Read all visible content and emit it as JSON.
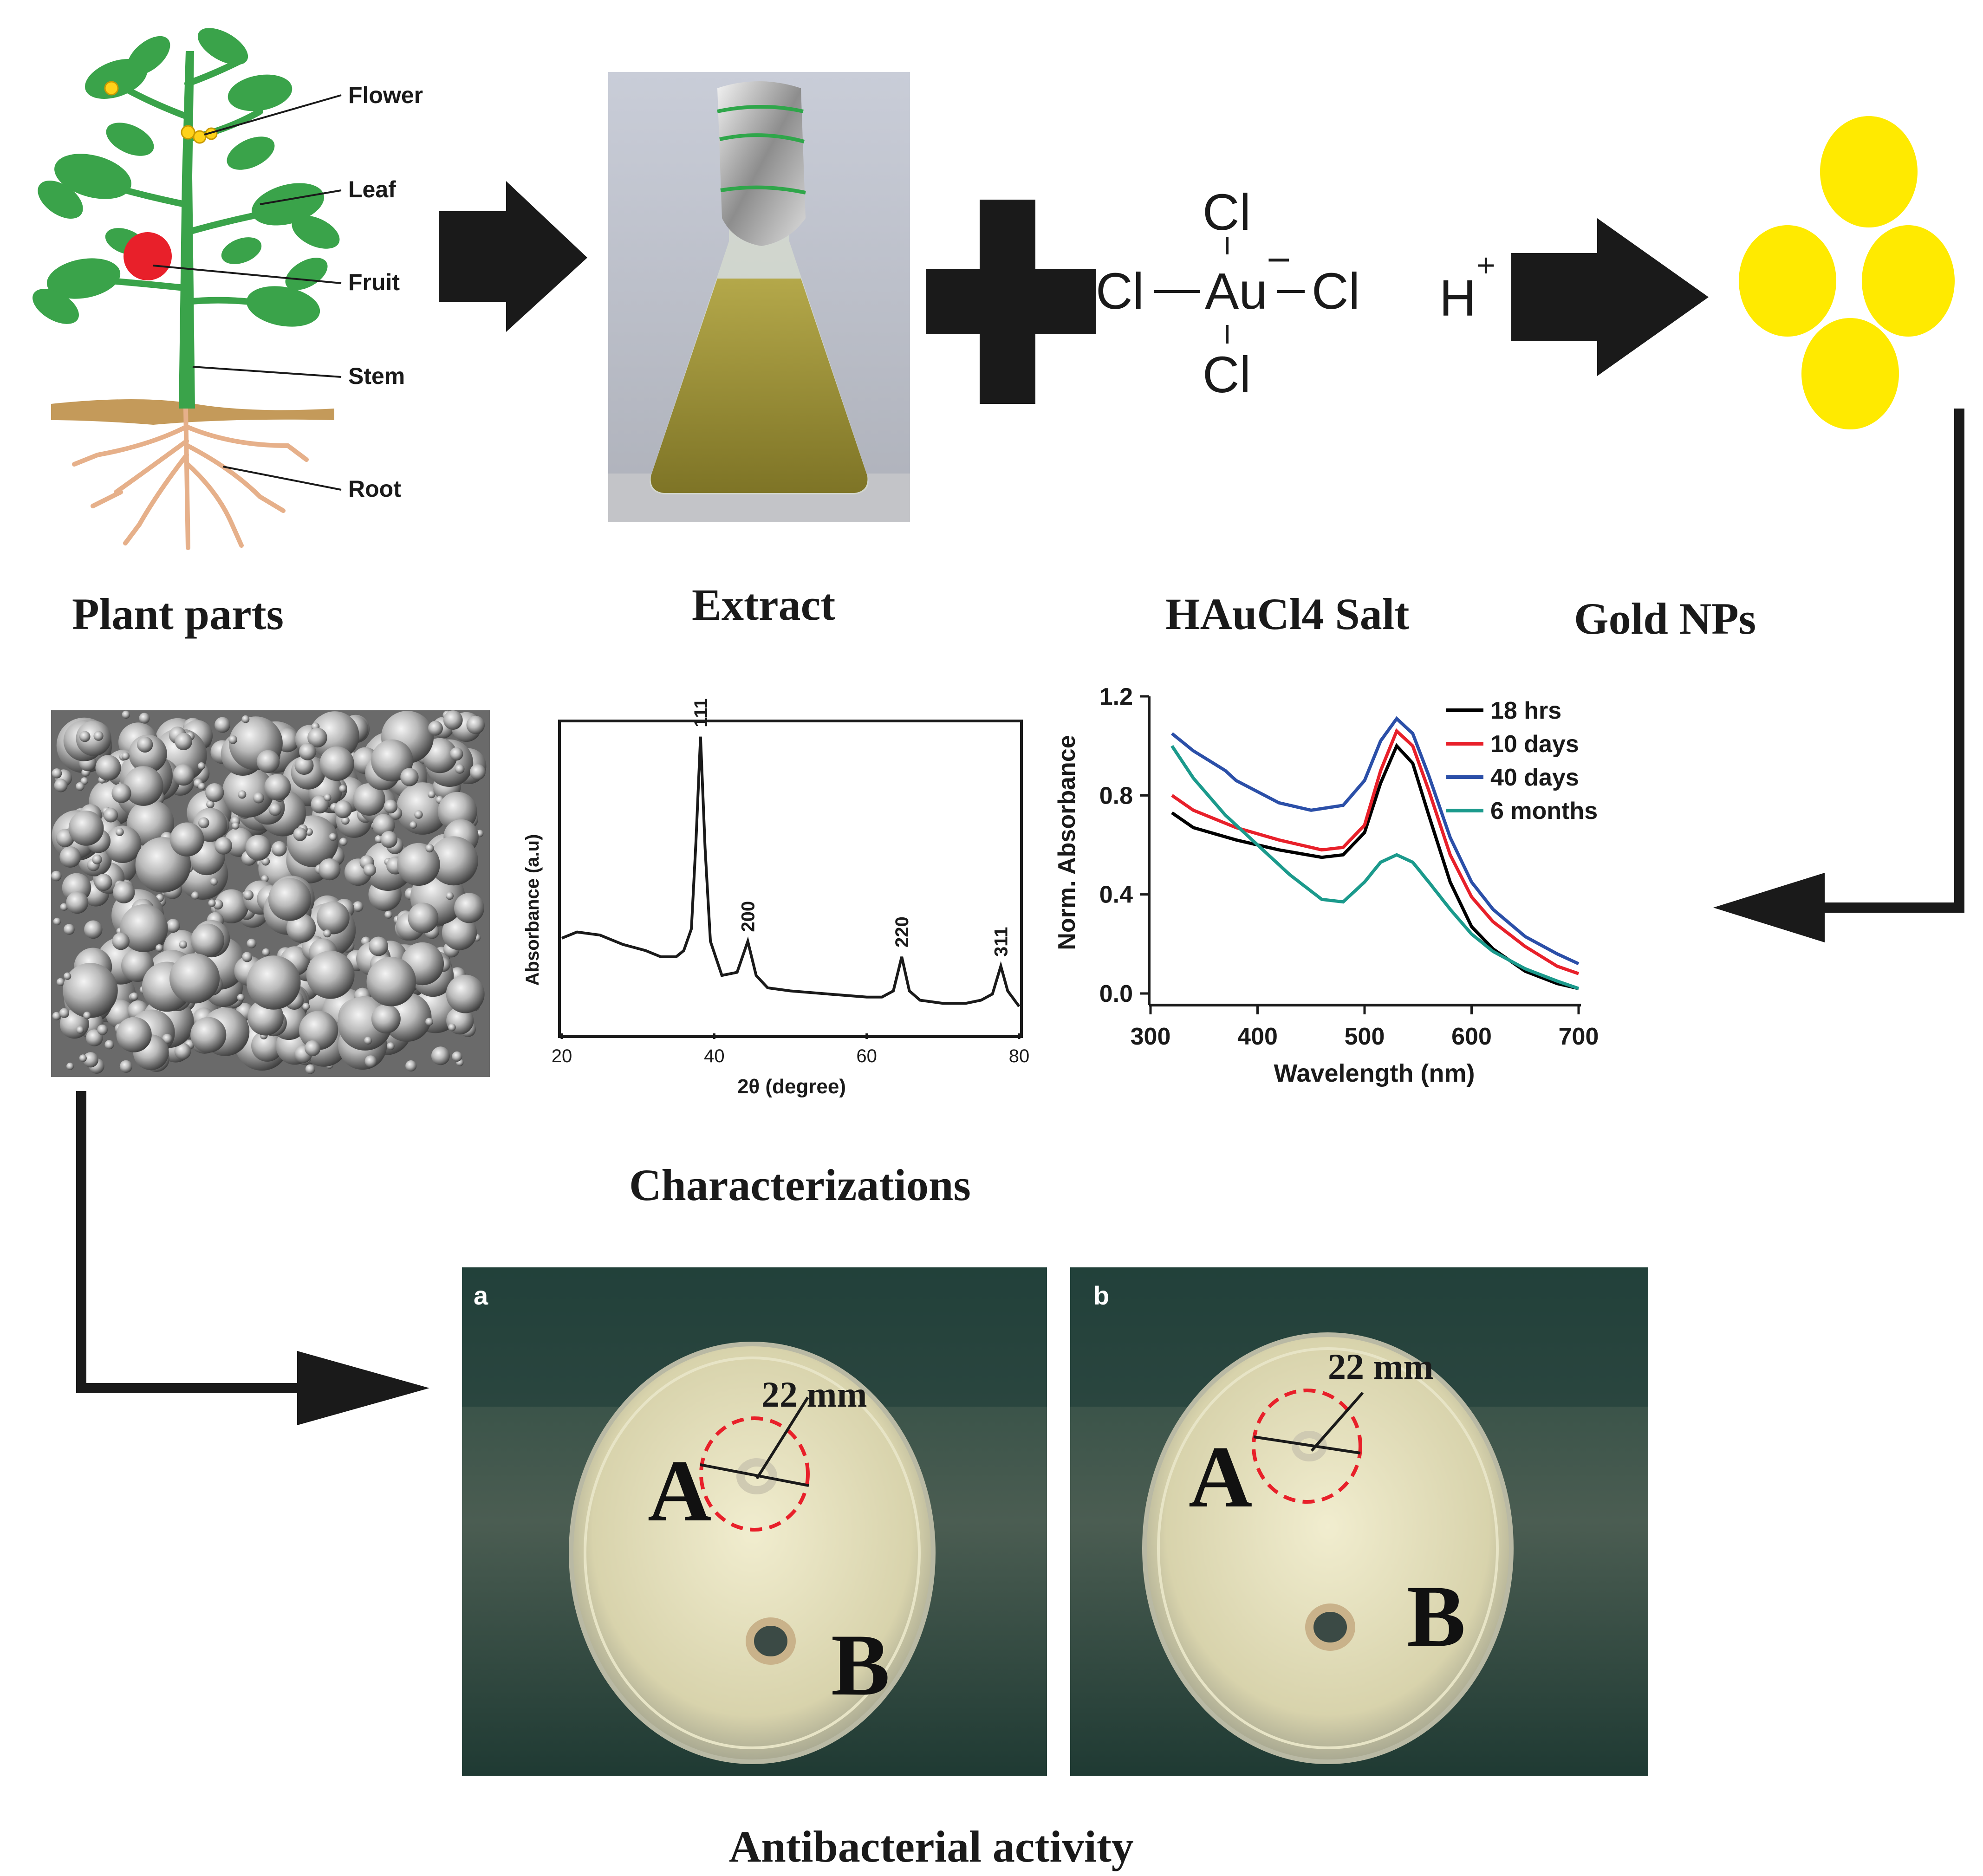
{
  "plant": {
    "labels": [
      "Flower",
      "Leaf",
      "Fruit",
      "Stem",
      "Root"
    ],
    "caption": "Plant parts"
  },
  "extract": {
    "caption": "Extract"
  },
  "salt": {
    "caption": "HAuCl4 Salt",
    "formula": {
      "cl_top": "Cl",
      "cl_left": "Cl",
      "au": "Au",
      "charge": "−",
      "cl_right": "Cl",
      "cl_bottom": "Cl",
      "h": "H",
      "h_charge": "+"
    }
  },
  "gold": {
    "caption": "Gold NPs"
  },
  "characterizations": {
    "caption": "Characterizations"
  },
  "antibacterial": {
    "caption": "Antibacterial activity",
    "panels": [
      {
        "tag": "a",
        "measure": "22 mm",
        "well_a": "A",
        "well_b": "B"
      },
      {
        "tag": "b",
        "measure": "22 mm",
        "well_a": "A",
        "well_b": "B"
      }
    ]
  },
  "colors": {
    "arrow": "#1a1a1a",
    "gold": "#ffea00",
    "leaf": "#3aa34a",
    "fruit": "#e8202a",
    "root": "#e6b08a",
    "soil": "#b98a4a"
  },
  "chart_data": [
    {
      "type": "line",
      "xlabel": "2θ (degree)",
      "ylabel": "Absorbance (a.u)",
      "xlim": [
        20,
        80
      ],
      "xticks": [
        20,
        40,
        60,
        80
      ],
      "annotations": [
        {
          "label": "111",
          "x": 38.2
        },
        {
          "label": "200",
          "x": 44.4
        },
        {
          "label": "220",
          "x": 64.6
        },
        {
          "label": "311",
          "x": 77.6
        }
      ],
      "series": [
        {
          "x": [
            20,
            22,
            25,
            28,
            31,
            33,
            35,
            36,
            37,
            37.6,
            38.2,
            38.8,
            39.5,
            41,
            43,
            44.4,
            45.5,
            47,
            50,
            55,
            60,
            62,
            63.5,
            64.6,
            65.6,
            67,
            70,
            73,
            75,
            76.5,
            77.6,
            78.5,
            80
          ],
          "y": [
            0.31,
            0.33,
            0.32,
            0.29,
            0.27,
            0.25,
            0.25,
            0.27,
            0.34,
            0.62,
            0.96,
            0.6,
            0.3,
            0.19,
            0.2,
            0.3,
            0.19,
            0.15,
            0.14,
            0.13,
            0.12,
            0.12,
            0.14,
            0.25,
            0.14,
            0.11,
            0.1,
            0.1,
            0.11,
            0.13,
            0.22,
            0.14,
            0.09
          ]
        }
      ]
    },
    {
      "type": "line",
      "xlabel": "Wavelength (nm)",
      "ylabel": "Norm. Absorbance",
      "xlim": [
        300,
        700
      ],
      "ylim": [
        0,
        1.2
      ],
      "xticks": [
        300,
        400,
        500,
        600,
        700
      ],
      "yticks": [
        0.0,
        0.4,
        0.8,
        1.2
      ],
      "legend": "top-right",
      "series": [
        {
          "name": "18 hrs",
          "color": "#000000",
          "x": [
            320,
            340,
            380,
            420,
            460,
            480,
            500,
            515,
            530,
            545,
            560,
            580,
            600,
            620,
            650,
            680,
            700
          ],
          "y": [
            0.73,
            0.67,
            0.62,
            0.58,
            0.55,
            0.56,
            0.65,
            0.85,
            1.0,
            0.93,
            0.72,
            0.45,
            0.27,
            0.18,
            0.09,
            0.04,
            0.02
          ]
        },
        {
          "name": "10 days",
          "color": "#e8202a",
          "x": [
            320,
            340,
            380,
            420,
            460,
            480,
            500,
            515,
            530,
            545,
            560,
            580,
            600,
            620,
            650,
            680,
            700
          ],
          "y": [
            0.8,
            0.74,
            0.67,
            0.62,
            0.58,
            0.59,
            0.68,
            0.9,
            1.06,
            1.0,
            0.82,
            0.56,
            0.39,
            0.29,
            0.19,
            0.11,
            0.08
          ]
        },
        {
          "name": "40 days",
          "color": "#2b4fa8",
          "x": [
            320,
            340,
            370,
            380,
            420,
            450,
            480,
            500,
            515,
            530,
            545,
            560,
            580,
            600,
            620,
            650,
            680,
            700
          ],
          "y": [
            1.05,
            0.98,
            0.9,
            0.86,
            0.77,
            0.74,
            0.76,
            0.86,
            1.02,
            1.11,
            1.05,
            0.88,
            0.63,
            0.45,
            0.34,
            0.23,
            0.16,
            0.12
          ]
        },
        {
          "name": "6 months",
          "color": "#1b9a8c",
          "x": [
            320,
            340,
            370,
            400,
            430,
            460,
            480,
            500,
            515,
            530,
            545,
            560,
            580,
            600,
            620,
            650,
            680,
            700
          ],
          "y": [
            1.0,
            0.87,
            0.72,
            0.6,
            0.48,
            0.38,
            0.37,
            0.45,
            0.53,
            0.56,
            0.53,
            0.45,
            0.34,
            0.24,
            0.17,
            0.1,
            0.05,
            0.02
          ]
        }
      ]
    }
  ]
}
